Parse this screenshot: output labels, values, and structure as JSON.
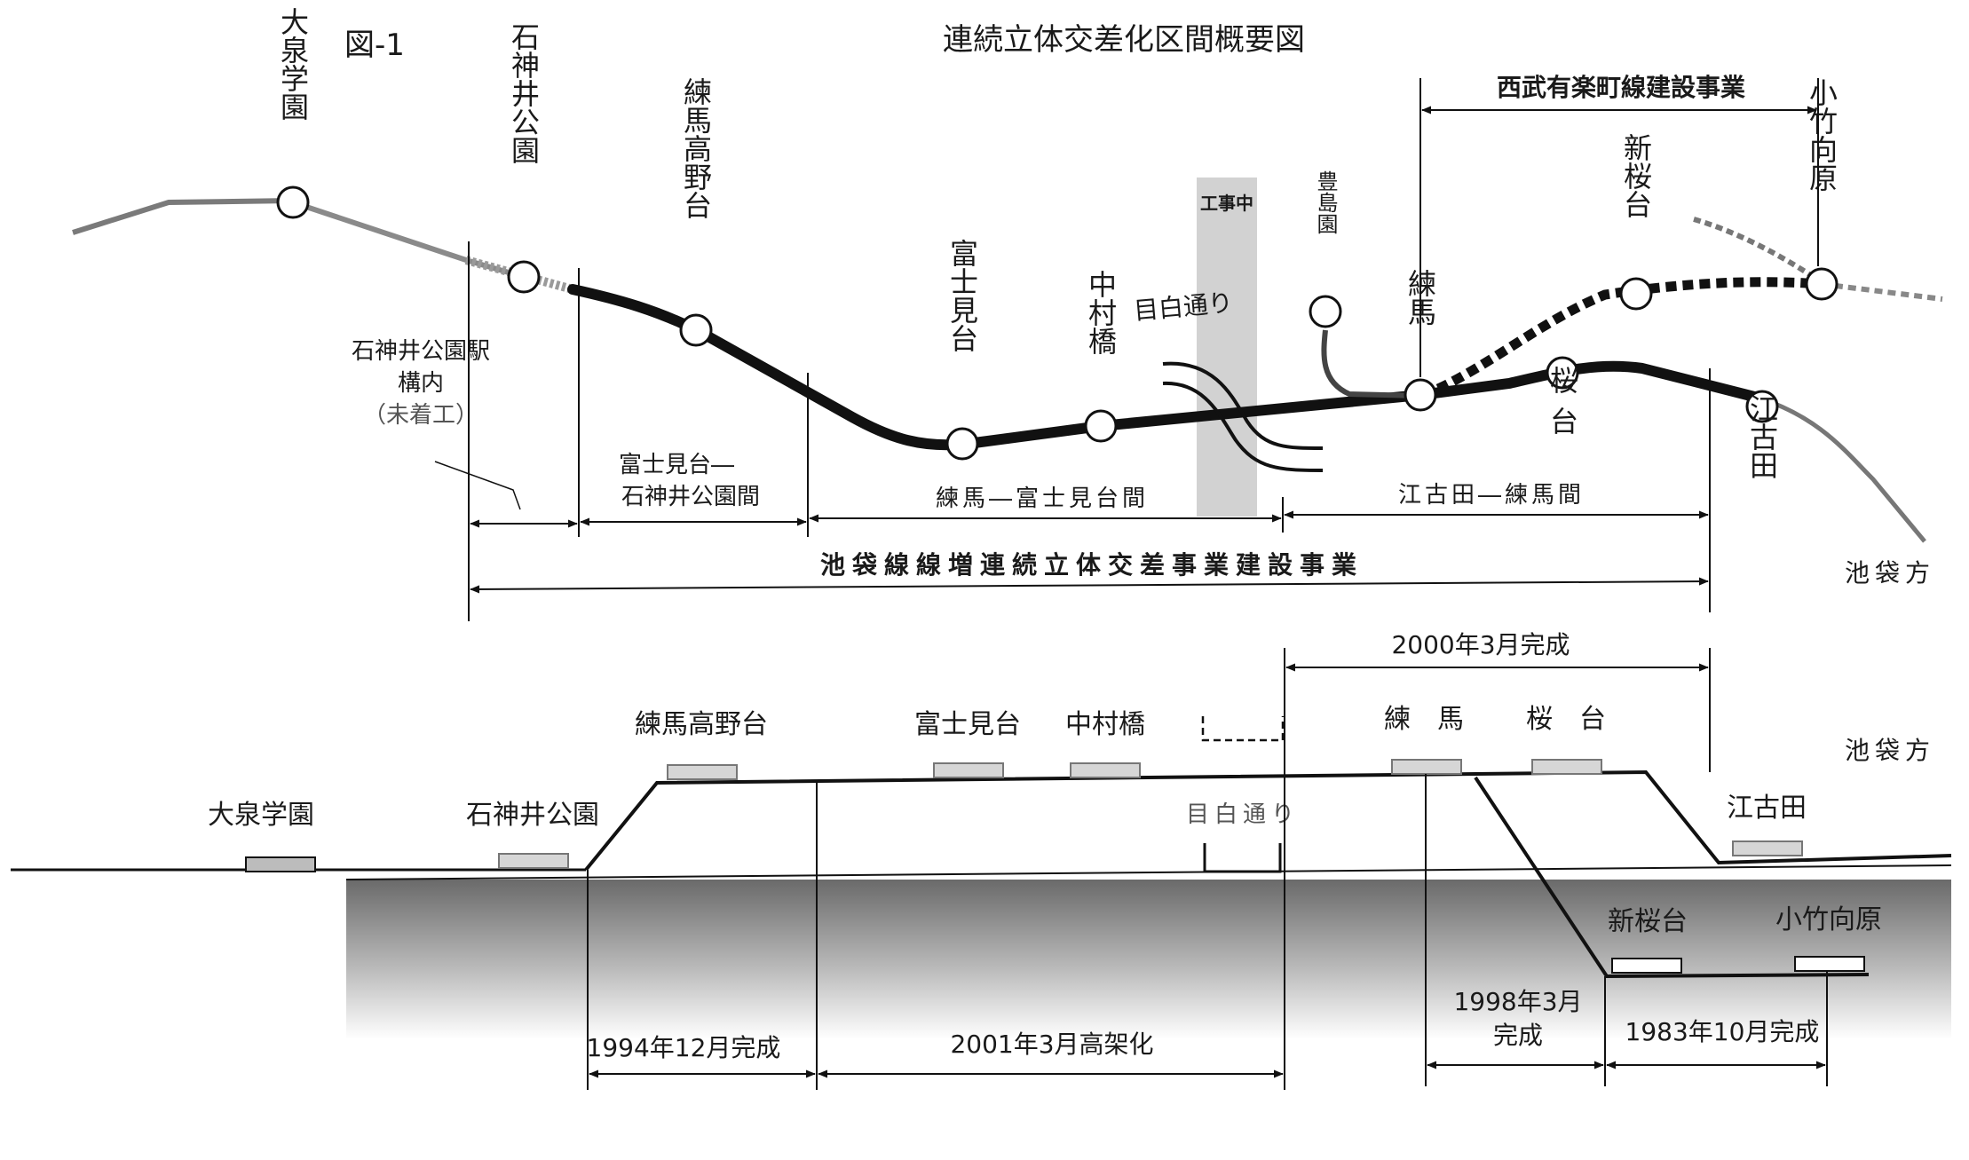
{
  "figure_label": "図-1",
  "title": "連続立体交差化区間概要図",
  "map": {
    "stations": {
      "oizumi": "大泉学園",
      "shakujii": "石神井公園",
      "nerima_takanodai": "練馬高野台",
      "fujimidai": "富士見台",
      "nakamurabashi": "中村橋",
      "toshimaen": "豊島園",
      "nerima": "練馬",
      "sakuradai": "桜台",
      "ekoda": "江古田",
      "shin_sakuradai": "新桜台",
      "kotakemukaihara": "小竹向原"
    },
    "construction_label": "工事中",
    "mejiro_dori": "目白通り",
    "shakujii_note": [
      "石神井公園駅",
      "構内",
      "（未着工）"
    ],
    "section_fujimidai_shakujii": [
      "富士見台―",
      "石神井公園間"
    ],
    "section_nerima_fujimidai": "練馬―富士見台間",
    "section_ekoda_nerima": "江古田―練馬間",
    "project_ikebukuro": "池袋線線増連続立体交差事業建設事業",
    "project_seibu_yurakucho": "西武有楽町線建設事業",
    "ikebukuro_direction": "池袋方"
  },
  "profile": {
    "stations": {
      "oizumi": "大泉学園",
      "shakujii": "石神井公園",
      "nerima_takanodai": "練馬高野台",
      "fujimidai": "富士見台",
      "nakamurabashi": "中村橋",
      "nerima": "練　馬",
      "sakuradai": "桜　台",
      "ekoda": "江古田",
      "shin_sakuradai": "新桜台",
      "kotakemukaihara": "小竹向原"
    },
    "mejiro_dori": "目白通り",
    "ikebukuro_direction": "池袋方",
    "completion_2000": "2000年3月完成",
    "completion_1994": "1994年12月完成",
    "elevation_2001": "2001年3月高架化",
    "completion_1998": [
      "1998年3月",
      "完成"
    ],
    "completion_1983": "1983年10月完成"
  }
}
